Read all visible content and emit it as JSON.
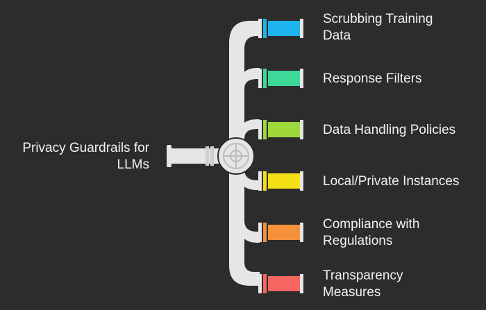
{
  "root": {
    "label_line1": "Privacy Guardrails for",
    "label_line2": "LLMs"
  },
  "branches": [
    {
      "line1": "Scrubbing Training",
      "line2": "Data",
      "color": "#1eb4ee"
    },
    {
      "line1": "Response Filters",
      "line2": "",
      "color": "#3dd998"
    },
    {
      "line1": "Data Handling Policies",
      "line2": "",
      "color": "#9fd83a"
    },
    {
      "line1": "Local/Private Instances",
      "line2": "",
      "color": "#f5df16"
    },
    {
      "line1": "Compliance with",
      "line2": "Regulations",
      "color": "#f4913a"
    },
    {
      "line1": "Transparency",
      "line2": "Measures",
      "color": "#f4665f"
    }
  ],
  "colors": {
    "background": "#2c2c2c",
    "pipe": "#e6e6e6",
    "pipe_shadow": "#bdbdbd",
    "text": "#f2f2f2"
  }
}
